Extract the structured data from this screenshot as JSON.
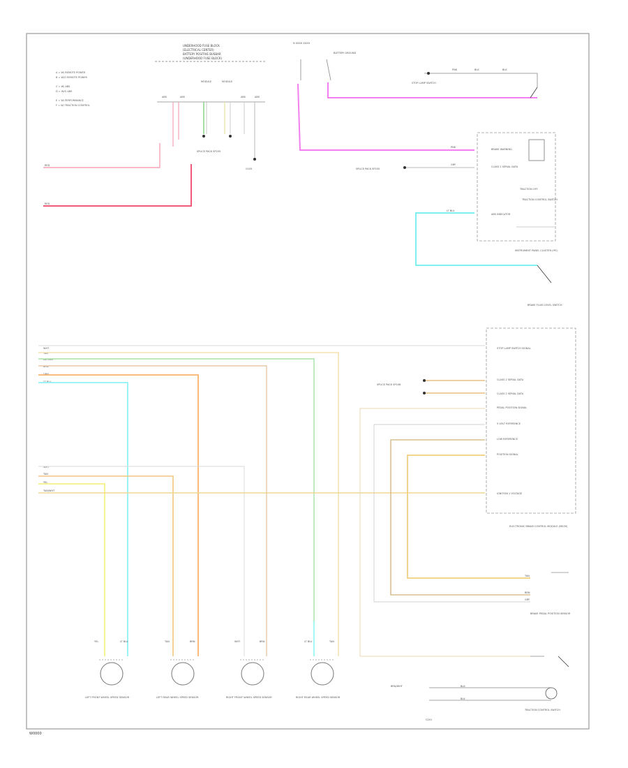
{
  "figure": {
    "footer_code": "W0000",
    "top_center_label": "N  XXXX  XXXX",
    "fuse_block_title": [
      "UNDERHOOD FUSE BLOCK",
      "(ELECTRICAL CENTER)",
      "BATTERY POSITIVE BUSBAR",
      "(UNDERHOOD FUSE BLOCK)"
    ],
    "notes": [
      "A = W/ REMOTE POWER",
      "B = W/O REMOTE POWER",
      "C = W/ ABS",
      "D = W/O ABS",
      "E = W/ PERFORMANCE",
      "F = W/ TRACTION CONTROL"
    ],
    "fuse_labels": [
      "ABS",
      "ABS",
      "MODULE",
      "MODULE",
      "ABS",
      "ABS"
    ],
    "ground_label": "G105",
    "splice_pack_label": "SPLICE PACK SP205",
    "left_wires": [
      "RED",
      "RED"
    ],
    "battery_ground_label": "BATTERY GROUND",
    "stoplamp_switch_label": "STOP LAMP SWITCH",
    "brake_switch_wires": [
      "PNK",
      "BLK",
      "BLK"
    ],
    "ipc_title": "INSTRUMENT PANEL CLUSTER (IPC)",
    "ipc_pins": [
      "BRAKE WARNING",
      "CLASS 2 SERIAL DATA",
      "TRACTION OFF",
      "ABS INDICATOR"
    ],
    "traction_label": "TRACTION CONTROL SWITCH",
    "ipc_wires": [
      "PNK",
      "GRY",
      "LT BLU"
    ],
    "brake_fluid_label": "BRAKE FLUID LEVEL SWITCH",
    "ebcm_title": "ELECTRONIC BRAKE CONTROL MODULE (EBCM)",
    "ebcm_pins": [
      "STOP LAMP SWITCH SIGNAL",
      "CLASS 2 SERIAL DATA",
      "CLASS 2 SERIAL DATA",
      "PEDAL POSITION SIGNAL",
      "5 VOLT REFERENCE",
      "LOW REFERENCE",
      "POSITION SIGNAL",
      "IGNITION 1 VOLTAGE"
    ],
    "ebcm_wires": [
      "WHT",
      "TAN",
      "DK GRN",
      "BRN",
      "ORN",
      "LT BLU"
    ],
    "mid_wires": [
      "WHT",
      "TAN",
      "YEL",
      "TAN/WHT"
    ],
    "splice_mid_label": "SPLICE PACK SP208",
    "sensor_labels": [
      "LEFT FRONT WHEEL SPEED SENSOR",
      "LEFT REAR WHEEL SPEED SENSOR",
      "RIGHT FRONT WHEEL SPEED SENSOR",
      "RIGHT REAR WHEEL SPEED SENSOR"
    ],
    "sensor_wires": [
      [
        "YEL",
        "LT BLU"
      ],
      [
        "TAN",
        "BRN"
      ],
      [
        "WHT",
        "BRN"
      ],
      [
        "LT BLU",
        "TAN"
      ]
    ],
    "pedal_sensor_label": "BRAKE PEDAL POSITION SENSOR",
    "pedal_wires": [
      "TAN",
      "BRN",
      "GRY"
    ],
    "traction_ctrl_label": "TRACTION CONTROL SWITCH",
    "traction_ctrl_wires": [
      "BRN/WHT",
      "BLK",
      "BLK"
    ],
    "ground_bottom": "G201"
  }
}
